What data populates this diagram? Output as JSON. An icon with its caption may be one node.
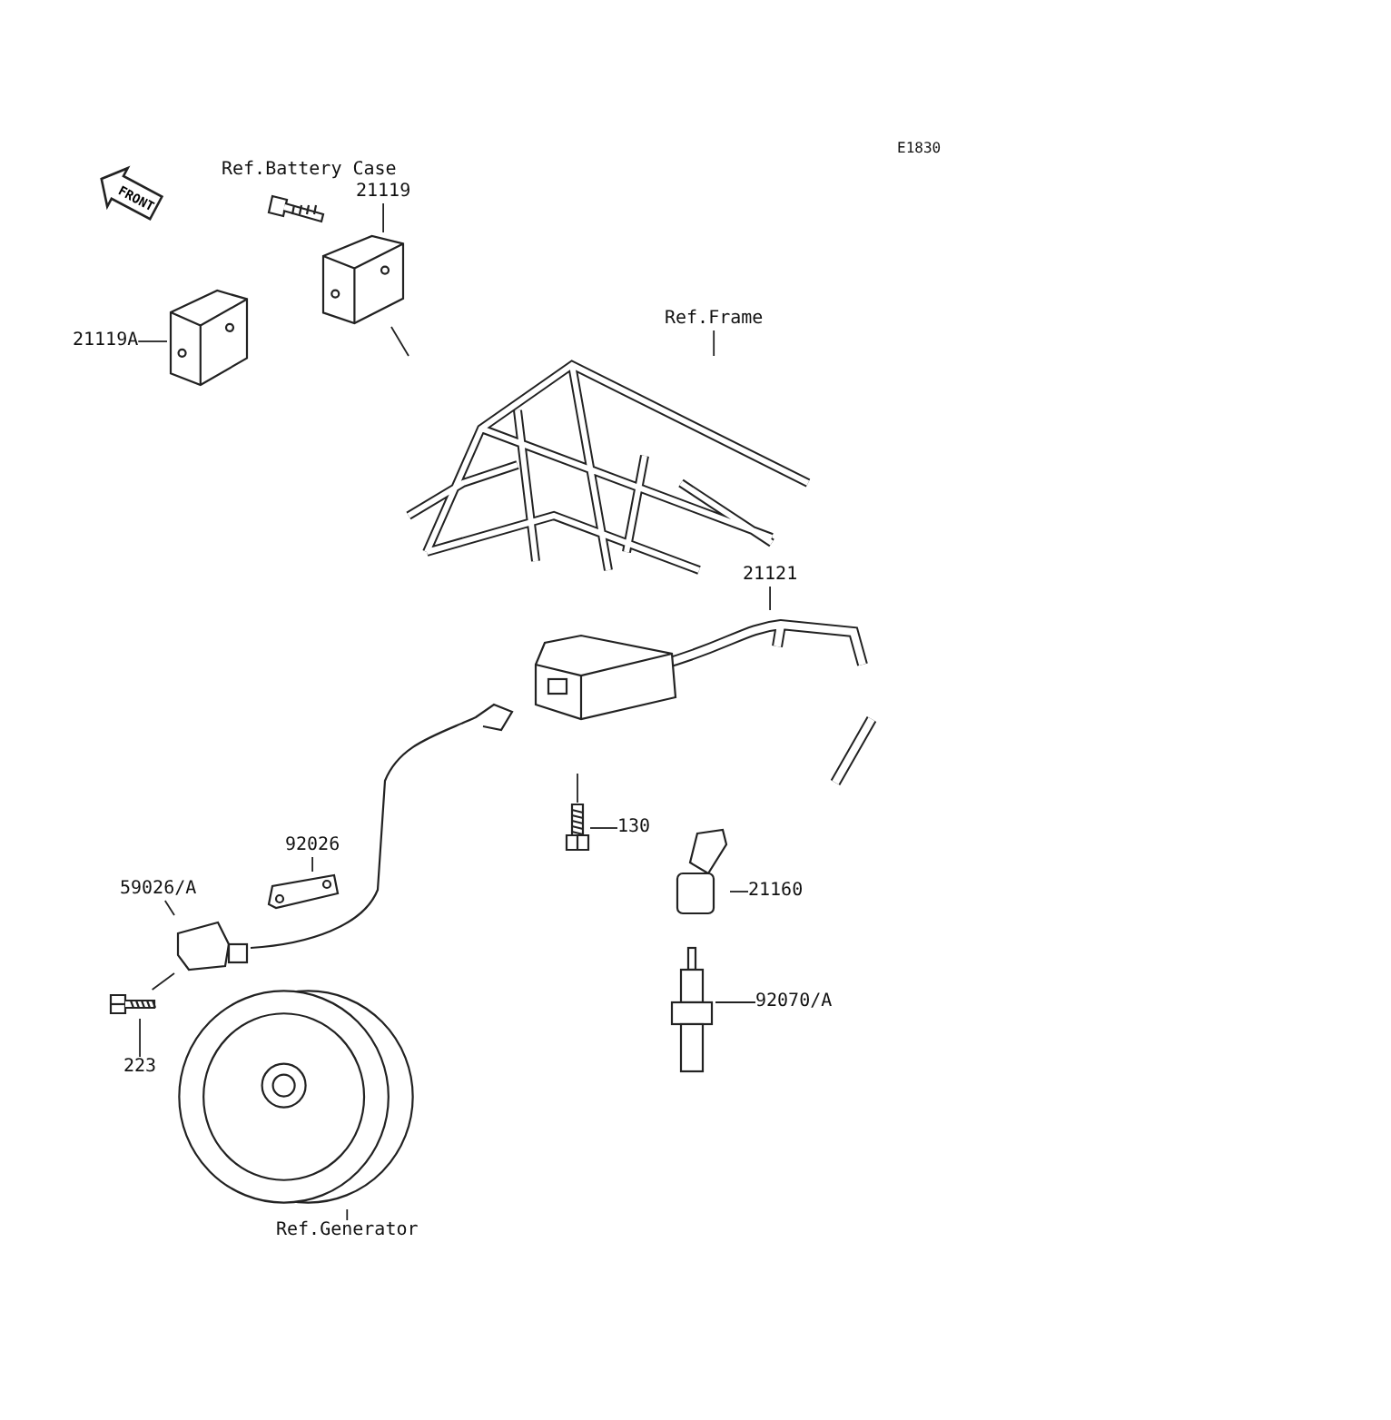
{
  "diagram": {
    "nodes": [
      {
        "text": [
          "21119"
        ]
      },
      {
        "text": [
          "21119A"
        ]
      },
      {
        "text": [
          "Ref.Frame"
        ]
      },
      {
        "text": [
          "21121"
        ]
      },
      {
        "text": [
          "130"
        ]
      },
      {
        "text": [
          "92026"
        ]
      },
      {
        "text": [
          "59026/A"
        ]
      },
      {
        "text": [
          "21160"
        ]
      },
      {
        "text": [
          "92070/A"
        ]
      },
      {
        "text": [
          "223"
        ]
      },
      {
        "text": [
          "Ref.Generator"
        ]
      },
      {
        "text": [],
        "shape": "picture"
      },
      {
        "text": [],
        "shape": "picture"
      },
      {
        "text": [],
        "shape": "picture"
      },
      {
        "text": [],
        "shape": "picture"
      },
      {
        "text": [],
        "shape": "picture"
      },
      {
        "text": [],
        "shape": "picture"
      },
      {
        "text": [],
        "shape": "picture"
      },
      {
        "text": [],
        "shape": "picture"
      },
      {
        "text": [],
        "shape": "picture"
      },
      {
        "text": [],
        "shape": "picture"
      },
      {
        "text": [],
        "shape": "picture"
      }
    ],
    "edges": [
      {
        "from": 0,
        "to": 11,
        "arrow": "none"
      },
      {
        "from": 1,
        "to": 12,
        "arrow": "none"
      },
      {
        "from": 2,
        "to": 13,
        "arrow": "none"
      },
      {
        "from": 3,
        "to": 14,
        "arrow": "none"
      },
      {
        "from": 4,
        "to": 15,
        "arrow": "none"
      },
      {
        "from": 5,
        "to": 16,
        "arrow": "none"
      },
      {
        "from": 6,
        "to": 17,
        "arrow": "none"
      },
      {
        "from": 7,
        "to": 18,
        "arrow": "none"
      },
      {
        "from": 8,
        "to": 19,
        "arrow": "none"
      },
      {
        "from": 9,
        "to": 20,
        "arrow": "none"
      },
      {
        "from": 10,
        "to": 21,
        "arrow": "none"
      },
      {
        "from": 11,
        "to": 13,
        "arrow": "none"
      },
      {
        "from": 15,
        "to": 14,
        "arrow": "none"
      },
      {
        "from": 20,
        "to": 17,
        "arrow": "none"
      }
    ],
    "labels": [
      "FRONT",
      "Ref.Battery Case",
      "E1830"
    ]
  }
}
